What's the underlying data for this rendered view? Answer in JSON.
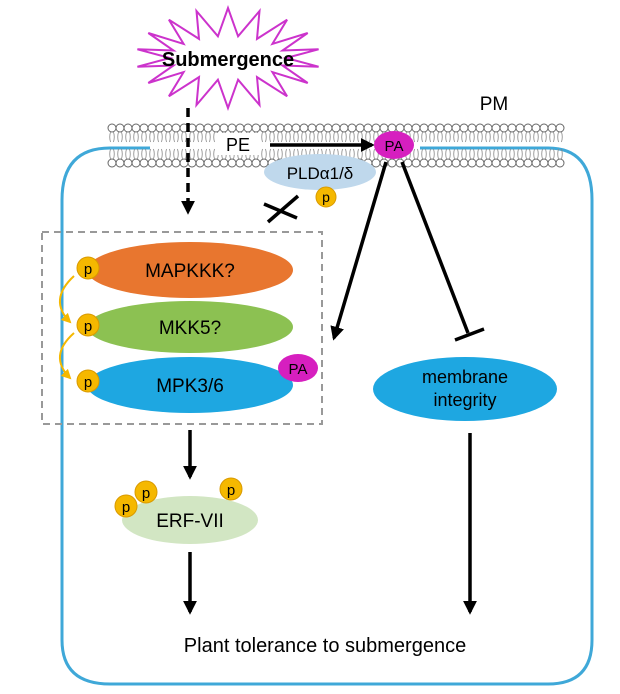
{
  "stimulus": {
    "label": "Submergence",
    "colors": {
      "burst_fill": "#ffffff",
      "burst_stroke": "#cc33cc"
    }
  },
  "membrane": {
    "label": "PM",
    "colors": {
      "bead": "#ffffff",
      "bead_stroke": "#666666",
      "tail": "#888888"
    }
  },
  "lipids": {
    "pe_label": "PE",
    "pa_label": "PA",
    "colors": {
      "pa_fill": "#d61fbf"
    }
  },
  "pld": {
    "label": "PLDα1/δ",
    "colors": {
      "fill": "#bfd8ec"
    }
  },
  "phospho": {
    "label": "p",
    "colors": {
      "fill": "#f5b800",
      "stroke": "#d99a00"
    }
  },
  "cascade": {
    "mapkkk": {
      "label": "MAPKKK?",
      "color": "#e8762f"
    },
    "mkk5": {
      "label": "MKK5?",
      "color": "#8cc152"
    },
    "mpk36": {
      "label": "MPK3/6",
      "color": "#1ea7e1"
    },
    "box_color": "#999999",
    "arrow_color": "#f5b800"
  },
  "erf": {
    "label": "ERF-VII",
    "color": "#d2e6c3"
  },
  "integrity": {
    "line1": "membrane",
    "line2": "integrity",
    "color": "#1ea7e1"
  },
  "outcome": {
    "label": "Plant tolerance to submergence"
  },
  "cell": {
    "colors": {
      "border": "#3fa8d8"
    }
  }
}
